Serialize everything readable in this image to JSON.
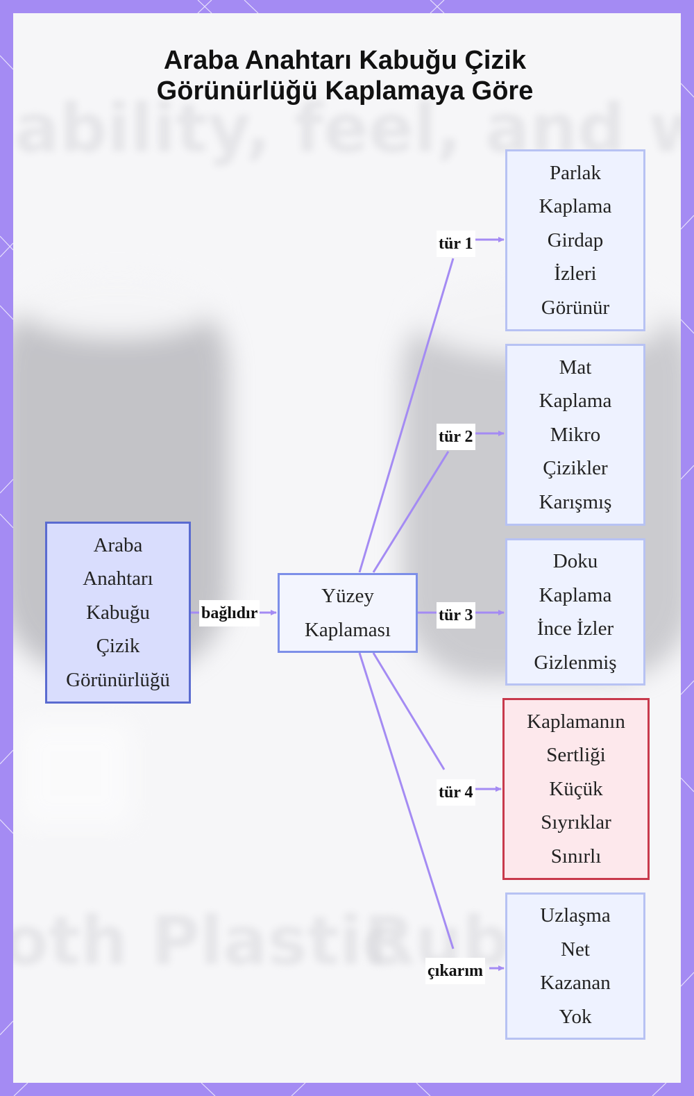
{
  "diagram": {
    "title_lines": [
      "Araba Anahtarı Kabuğu Çizik",
      "Görünürlüğü Kaplamaya Göre"
    ],
    "background_text": [
      "ability, feel, and wear tra",
      "oth Plastic",
      "Rubb"
    ],
    "nodes": {
      "root": [
        "Araba",
        "Anahtarı",
        "Kabuğu",
        "Çizik",
        "Görünürlüğü"
      ],
      "surface": [
        "Yüzey",
        "Kaplaması"
      ],
      "glossy": [
        "Parlak",
        "Kaplama",
        "Girdap",
        "İzleri",
        "Görünür"
      ],
      "matte": [
        "Mat",
        "Kaplama",
        "Mikro",
        "Çizikler",
        "Karışmış"
      ],
      "texture": [
        "Doku",
        "Kaplama",
        "İnce İzler",
        "Gizlenmiş"
      ],
      "hardness": [
        "Kaplamanın",
        "Sertliği",
        "Küçük",
        "Sıyrıklar",
        "Sınırlı"
      ],
      "conclusion": [
        "Uzlaşma",
        "Net",
        "Kazanan",
        "Yok"
      ]
    },
    "edges": {
      "connects": "bağlıdır",
      "type1": "tür 1",
      "type2": "tür 2",
      "type3": "tür 3",
      "type4": "tür 4",
      "conclusion": "çıkarım"
    },
    "colors": {
      "frame": "#a48bf3",
      "edge": "#a48bf3",
      "node_fill": "#eef2ff",
      "alert_fill": "#fde8ec",
      "alert_border": "#c83a4c"
    }
  }
}
